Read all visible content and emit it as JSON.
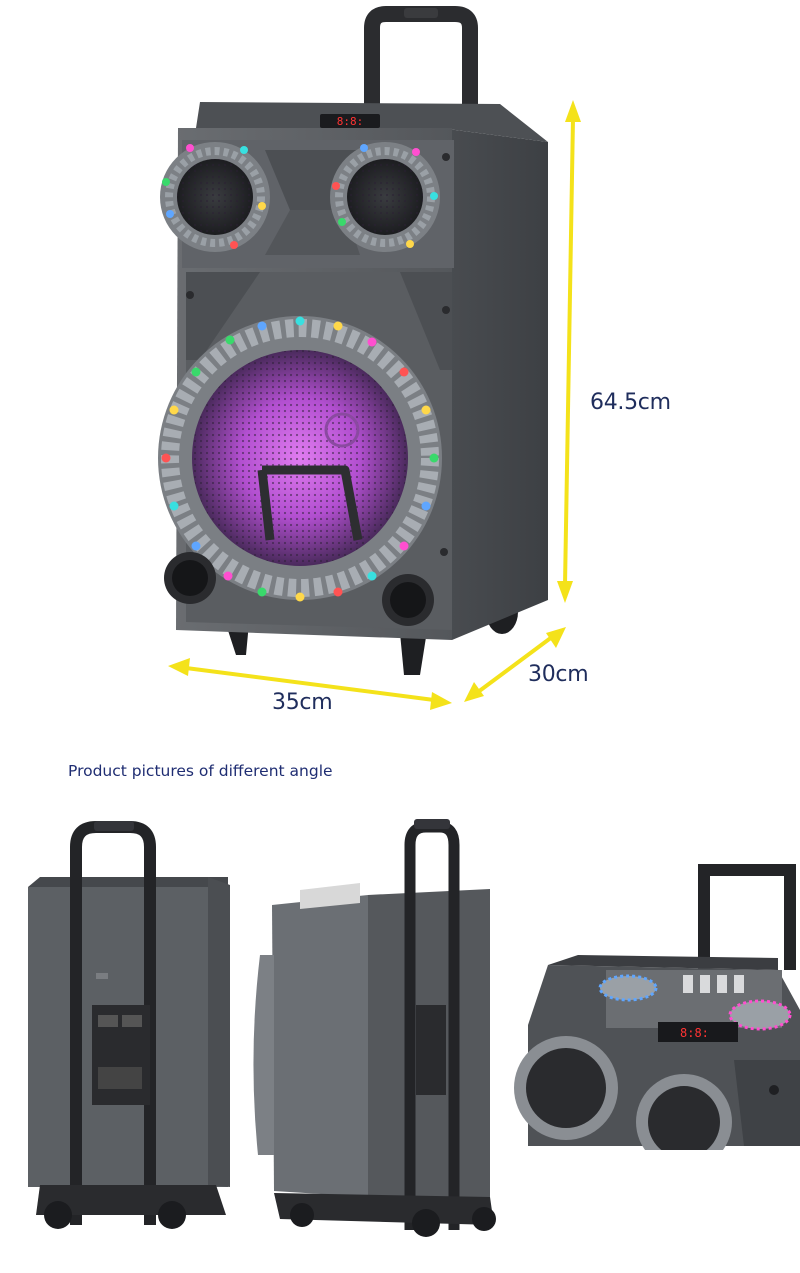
{
  "dimensions": {
    "height": "64.5cm",
    "depth": "30cm",
    "width": "35cm"
  },
  "caption": "Product pictures of different angle",
  "display_readout": "8:8:",
  "colors": {
    "arrow": "#f4e21a",
    "label_text": "#1f2d5c",
    "caption_text": "#1f2d72",
    "speaker_body": "#5c6064",
    "woofer_glow": "#c45ad8"
  },
  "icons": [
    "trolley-handle-icon",
    "led-ring-icon",
    "woofer-icon",
    "tweeter-icon",
    "wheel-icon",
    "dimension-arrow-icon"
  ]
}
